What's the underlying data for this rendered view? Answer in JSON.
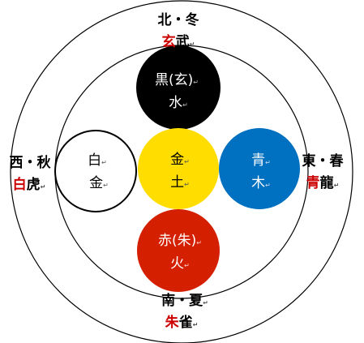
{
  "diagram": {
    "colors": {
      "black": "#000000",
      "yellow": "#ffdd00",
      "blue": "#0070c0",
      "red": "#d42000",
      "white": "#ffffff",
      "accent_red": "#cc0000"
    },
    "outer_labels": {
      "north": {
        "direction": "北・冬",
        "beast_color": "玄",
        "beast_rest": "武"
      },
      "south": {
        "direction": "南・夏",
        "beast_color": "朱",
        "beast_rest": "雀"
      },
      "west": {
        "direction": "西・秋",
        "beast_color": "白",
        "beast_rest": "虎"
      },
      "east": {
        "direction": "東・春",
        "beast_color": "青",
        "beast_rest": "龍"
      }
    },
    "elements": {
      "north": {
        "line1": "黒(玄)",
        "line2": "水"
      },
      "center": {
        "line1": "金",
        "line2": "土"
      },
      "west": {
        "line1": "白",
        "line2": "金"
      },
      "east": {
        "line1": "青",
        "line2": "木"
      },
      "south": {
        "line1": "赤(朱)",
        "line2": "火"
      }
    },
    "return_mark": "↵"
  }
}
